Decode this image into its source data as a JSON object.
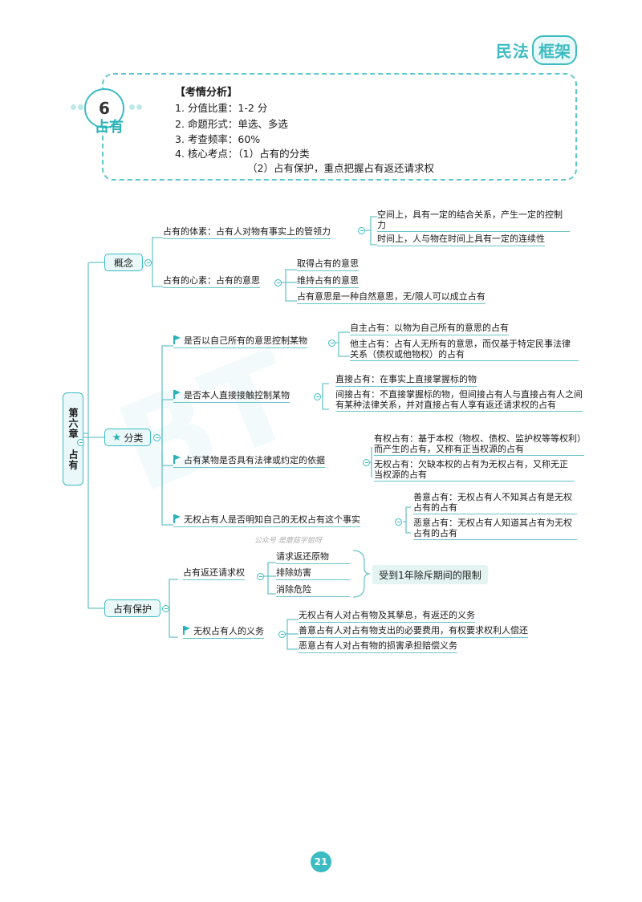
{
  "logo": {
    "text1": "民法",
    "text2": "框架"
  },
  "chapter": {
    "number": "6",
    "title": "占有"
  },
  "analysis": {
    "heading": "【考情分析】",
    "lines": [
      "1. 分值比重：1-2 分",
      "2. 命题形式：单选、多选",
      "3. 考查频率：60%",
      "4. 核心考点：（1）占有的分类",
      "（2）占有保护，重点把握占有返还请求权"
    ]
  },
  "mindmap": {
    "root": "第六章　占有",
    "concept": {
      "label": "概念",
      "corpus": "占有的体素：占有人对物有事实上的管领力",
      "corpus_items": [
        "空间上，具有一定的结合关系，产生一定的控制力",
        "时间上，人与物在时间上具有一定的连续性"
      ],
      "animus": "占有的心素：占有的意思",
      "animus_items": [
        "取得占有的意思",
        "维持占有的意思",
        "占有意思是一种自然意思，无/限人可以成立占有"
      ]
    },
    "classification": {
      "label": "分类",
      "groups": [
        {
          "label": "是否以自己所有的意思控制某物",
          "items": [
            "自主占有：以物为自己所有的意思的占有",
            "他主占有：占有人无所有的意思，而仅基于特定民事法律关系（债权或他物权）的占有"
          ]
        },
        {
          "label": "是否本人直接接触控制某物",
          "items": [
            "直接占有：在事实上直接掌握标的物",
            "间接占有：不直接掌握标的物，但间接占有人与直接占有人之间有某种法律关系，并对直接占有人享有返还请求权的占有"
          ]
        },
        {
          "label": "占有某物是否具有法律或约定的依据",
          "items": [
            "有权占有：基于本权（物权、债权、监护权等等权利）而产生的占有，又称有正当权源的占有",
            "无权占有：欠缺本权的占有为无权占有，又称无正当权源的占有"
          ]
        },
        {
          "label": "无权占有人是否明知自己的无权占有这个事实",
          "items": [
            "善意占有：无权占有人不知其占有是无权占有的占有",
            "恶意占有：无权占有人知道其占有为无权占有的占有"
          ]
        }
      ]
    },
    "protection": {
      "label": "占有保护",
      "claim": "占有返还请求权",
      "claim_items": [
        "请求返还原物",
        "排除妨害",
        "消除危险"
      ],
      "limit": "受到1年除斥期间的限制",
      "duty": "无权占有人的义务",
      "duty_items": [
        "无权占有人对占有物及其孳息，有返还的义务",
        "善意占有人对占有物支出的必要费用，有权要求权利人偿还",
        "恶意占有人对占有物的损害承担赔偿义务"
      ]
    }
  },
  "watermark": "公众号 是蘑菇学姐呀",
  "page_number": "21"
}
